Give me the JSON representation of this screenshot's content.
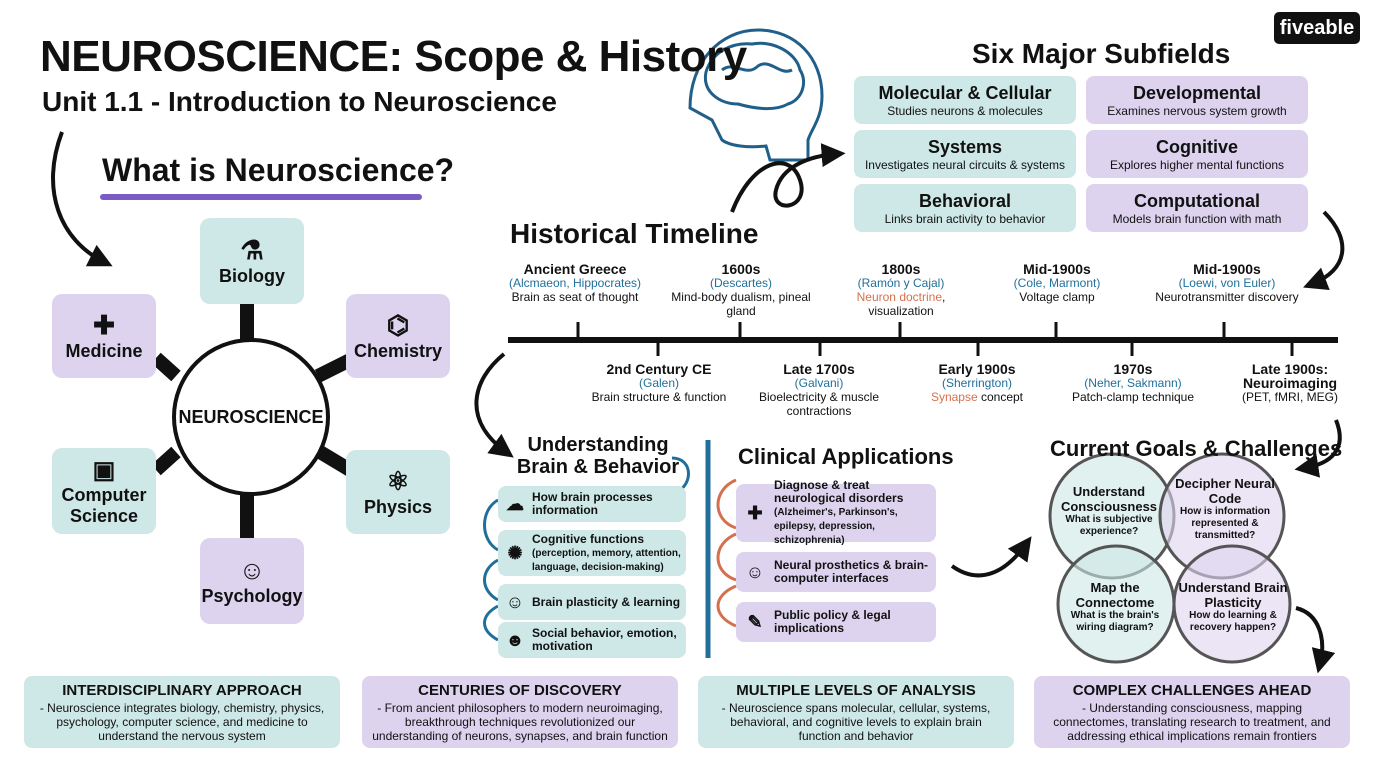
{
  "header": {
    "title": "NEUROSCIENCE: Scope & History",
    "subtitle": "Unit 1.1 - Introduction to Neuroscience",
    "logo": "fiveable"
  },
  "what_is": {
    "heading": "What is Neuroscience?",
    "hub": "NEUROSCIENCE",
    "disciplines": [
      {
        "label": "Biology",
        "icon": "flask-icon"
      },
      {
        "label": "Chemistry",
        "icon": "molecule-icon"
      },
      {
        "label": "Physics",
        "icon": "atom-icon"
      },
      {
        "label": "Psychology",
        "icon": "head-icon"
      },
      {
        "label": "Computer Science",
        "icon": "chip-icon"
      },
      {
        "label": "Medicine",
        "icon": "medical-kit-icon"
      }
    ]
  },
  "subfields": {
    "title": "Six Major Subfields",
    "items": [
      {
        "name": "Molecular & Cellular",
        "desc": "Studies neurons & molecules"
      },
      {
        "name": "Developmental",
        "desc": "Examines nervous system growth"
      },
      {
        "name": "Systems",
        "desc": "Investigates neural circuits & systems"
      },
      {
        "name": "Cognitive",
        "desc": "Explores higher mental functions"
      },
      {
        "name": "Behavioral",
        "desc": "Links brain activity to behavior"
      },
      {
        "name": "Computational",
        "desc": "Models brain function with math"
      }
    ]
  },
  "timeline": {
    "title": "Historical Timeline",
    "top": [
      {
        "era": "Ancient Greece",
        "people": "(Alcmaeon, Hippocrates)",
        "desc": "Brain as seat of thought"
      },
      {
        "era": "1600s",
        "people": "(Descartes)",
        "desc": "Mind-body dualism, pineal gland"
      },
      {
        "era": "1800s",
        "people": "(Ramón y Cajal)",
        "highlight": "Neuron doctrine",
        "desc": ", visualization"
      },
      {
        "era": "Mid-1900s",
        "people": "(Cole, Marmont)",
        "desc": "Voltage clamp"
      },
      {
        "era": "Mid-1900s",
        "people": "(Loewi, von Euler)",
        "desc": "Neurotransmitter discovery"
      }
    ],
    "bottom": [
      {
        "era": "2nd Century CE",
        "people": "(Galen)",
        "desc": "Brain structure & function"
      },
      {
        "era": "Late 1700s",
        "people": "(Galvani)",
        "desc": "Bioelectricity & muscle contractions"
      },
      {
        "era": "Early 1900s",
        "people": "(Sherrington)",
        "highlight": "Synapse",
        "desc": " concept"
      },
      {
        "era": "1970s",
        "people": "(Neher, Sakmann)",
        "desc": "Patch-clamp technique"
      },
      {
        "era": "Late 1900s: Neuroimaging",
        "people": "",
        "desc": "(PET, fMRI, MEG)"
      }
    ]
  },
  "understanding": {
    "title_line1": "Understanding",
    "title_line2": "Brain & Behavior",
    "items": [
      {
        "text": "How brain processes information",
        "detail": ""
      },
      {
        "text": "Cognitive functions",
        "detail": "(perception, memory, attention, language, decision-making)"
      },
      {
        "text": "Brain plasticity & learning",
        "detail": ""
      },
      {
        "text": "Social behavior, emotion, motivation",
        "detail": ""
      }
    ]
  },
  "clinical": {
    "title": "Clinical Applications",
    "items": [
      {
        "text": "Diagnose & treat neurological disorders",
        "detail": "(Alzheimer's, Parkinson's, epilepsy, depression, schizophrenia)"
      },
      {
        "text": "Neural prosthetics & brain-computer interfaces",
        "detail": ""
      },
      {
        "text": "Public policy & legal implications",
        "detail": ""
      }
    ]
  },
  "goals": {
    "title": "Current Goals & Challenges",
    "items": [
      {
        "name": "Understand Consciousness",
        "question": "What is subjective experience?"
      },
      {
        "name": "Decipher Neural Code",
        "question": "How is information represented & transmitted?"
      },
      {
        "name": "Map the Connectome",
        "question": "What is the brain's wiring diagram?"
      },
      {
        "name": "Understand Brain Plasticity",
        "question": "How do learning & recovery happen?"
      }
    ]
  },
  "footer": [
    {
      "title": "INTERDISCIPLINARY APPROACH",
      "text": "- Neuroscience integrates biology, chemistry, physics, psychology, computer science, and medicine to understand the nervous system"
    },
    {
      "title": "CENTURIES OF DISCOVERY",
      "text": "- From ancient philosophers to modern neuroimaging, breakthrough techniques revolutionized our understanding of neurons, synapses, and brain function"
    },
    {
      "title": "MULTIPLE LEVELS OF ANALYSIS",
      "text": "- Neuroscience spans molecular, cellular, systems, behavioral, and cognitive levels to explain brain function and behavior"
    },
    {
      "title": "COMPLEX CHALLENGES AHEAD",
      "text": "- Understanding consciousness, mapping connectomes, translating research to treatment, and addressing ethical implications remain frontiers"
    }
  ],
  "colors": {
    "teal": "#cde8e6",
    "lavender": "#ddd3ef",
    "accent_purple": "#7c5cc4",
    "accent_blue": "#1f6f9a",
    "accent_orange": "#d5704e"
  }
}
